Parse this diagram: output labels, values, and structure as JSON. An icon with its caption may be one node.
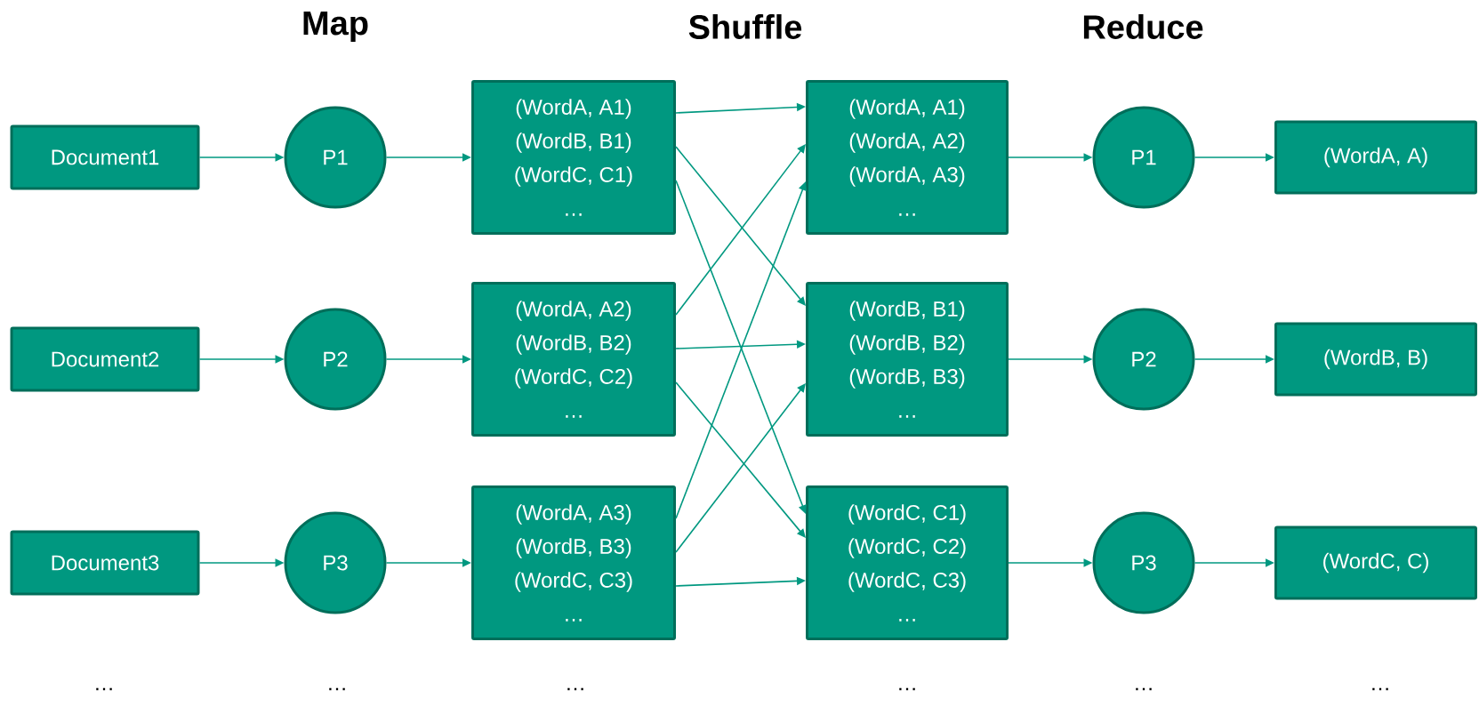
{
  "diagram": {
    "nodes": [
      {
        "text": [
          "Document1"
        ]
      },
      {
        "text": [
          "Document2"
        ]
      },
      {
        "text": [
          "Document3"
        ]
      },
      {
        "text": [
          "P1"
        ]
      },
      {
        "text": [
          "P2"
        ]
      },
      {
        "text": [
          "P3"
        ]
      },
      {
        "text": [
          "(WordA, A1)",
          "(WordB, B1)",
          "(WordC, C1)",
          "…"
        ]
      },
      {
        "text": [
          "(WordA, A2)",
          "(WordB, B2)",
          "(WordC, C2)",
          "…"
        ]
      },
      {
        "text": [
          "(WordA, A3)",
          "(WordB, B3)",
          "(WordC, C3)",
          "…"
        ]
      },
      {
        "text": [
          "(WordA, A1)",
          "(WordA, A2)",
          "(WordA, A3)",
          "…"
        ]
      },
      {
        "text": [
          "(WordB, B1)",
          "(WordB, B2)",
          "(WordB, B3)",
          "…"
        ]
      },
      {
        "text": [
          "(WordC, C1)",
          "(WordC, C2)",
          "(WordC, C3)",
          "…"
        ]
      },
      {
        "text": [
          "P1"
        ]
      },
      {
        "text": [
          "P2"
        ]
      },
      {
        "text": [
          "P3"
        ]
      },
      {
        "text": [
          "(WordA, A)"
        ]
      },
      {
        "text": [
          "(WordB, B)"
        ]
      },
      {
        "text": [
          "(WordC, C)"
        ]
      }
    ],
    "edges": [
      {
        "from": 0,
        "to": 3,
        "arrow": "to"
      },
      {
        "from": 1,
        "to": 4,
        "arrow": "to"
      },
      {
        "from": 2,
        "to": 5,
        "arrow": "to"
      },
      {
        "from": 3,
        "to": 6,
        "arrow": "to"
      },
      {
        "from": 4,
        "to": 7,
        "arrow": "to"
      },
      {
        "from": 5,
        "to": 8,
        "arrow": "to"
      },
      {
        "from": 6,
        "to": 9,
        "arrow": "to"
      },
      {
        "from": 6,
        "to": 10,
        "arrow": "to"
      },
      {
        "from": 6,
        "to": 11,
        "arrow": "to"
      },
      {
        "from": 7,
        "to": 9,
        "arrow": "to"
      },
      {
        "from": 7,
        "to": 10,
        "arrow": "to"
      },
      {
        "from": 7,
        "to": 11,
        "arrow": "to"
      },
      {
        "from": 8,
        "to": 9,
        "arrow": "to"
      },
      {
        "from": 8,
        "to": 10,
        "arrow": "to"
      },
      {
        "from": 8,
        "to": 11,
        "arrow": "to"
      },
      {
        "from": 9,
        "to": 12,
        "arrow": "to"
      },
      {
        "from": 10,
        "to": 13,
        "arrow": "to"
      },
      {
        "from": 11,
        "to": 14,
        "arrow": "to"
      },
      {
        "from": 12,
        "to": 15,
        "arrow": "to"
      },
      {
        "from": 13,
        "to": 16,
        "arrow": "to"
      },
      {
        "from": 14,
        "to": 17,
        "arrow": "to"
      }
    ],
    "labels": [
      "Map",
      "Shuffle",
      "Reduce",
      "…",
      "…",
      "…",
      "…",
      "…",
      "…"
    ]
  }
}
